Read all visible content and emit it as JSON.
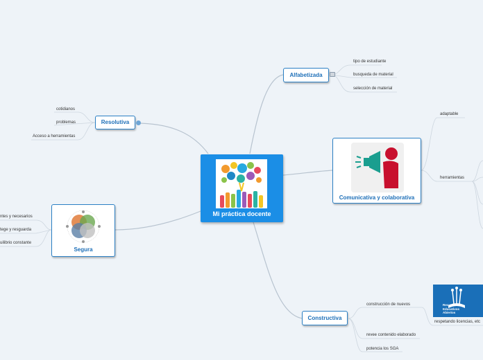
{
  "center": {
    "title": "Mi práctica docente"
  },
  "branches": {
    "alfabetizada": {
      "title": "Alfabetizada",
      "items": [
        "tipo de estudiante",
        "busqueda de material",
        "selección de material"
      ]
    },
    "resolutiva": {
      "title": "Resolutiva",
      "items": [
        "cotidianos",
        "problemas",
        "Acceso a herramientas"
      ]
    },
    "segura": {
      "title": "Segura",
      "items": [
        "ntes y necesarios",
        "tege y resguarda",
        "uilibrio constante"
      ]
    },
    "comunicativa": {
      "title": "Comunicativa y colaborativa",
      "items": [
        "adaptable",
        "herramientas"
      ]
    },
    "constructiva": {
      "title": "Constructiva",
      "items": [
        "construcción de nuevos",
        "revee contenido elaborado",
        "potencia los SGA"
      ],
      "subitem": "respetando licencias, etc"
    }
  },
  "oer_logo": {
    "text": [
      "Recursos",
      "Educativos",
      "Abiertos"
    ]
  },
  "colors": {
    "accent": "#1b8ee6",
    "branch_line": "#b7c3cf",
    "node_border": "#2a7fc4"
  }
}
